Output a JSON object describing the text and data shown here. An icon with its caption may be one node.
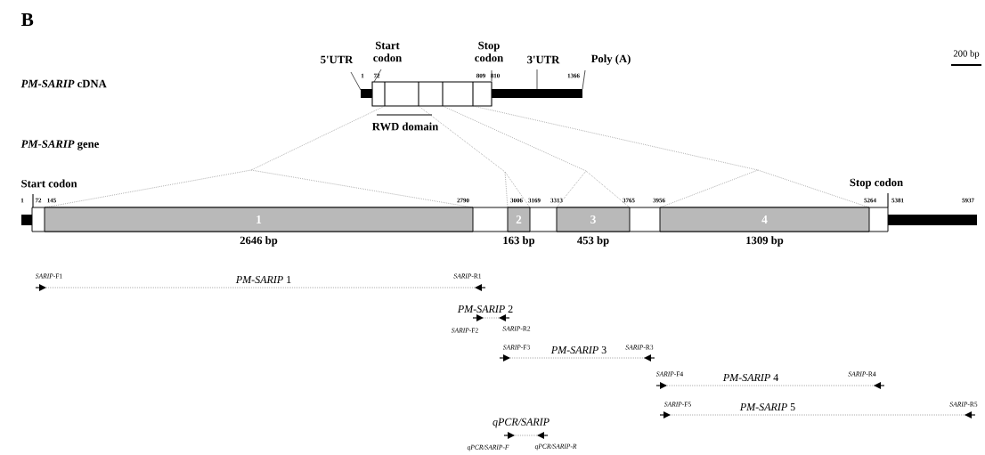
{
  "diagram": {
    "nodes": [
      {
        "text": [
          "1"
        ],
        "beside": [
          "2646 bp"
        ]
      },
      {
        "text": [
          "2"
        ],
        "beside": [
          "163 bp"
        ]
      },
      {
        "text": [
          "3"
        ],
        "beside": [
          "453 bp"
        ]
      },
      {
        "text": [
          "4"
        ],
        "beside": [
          "1309 bp"
        ]
      }
    ],
    "labels": [
      "B",
      "5'UTR",
      "Start codon",
      "Stop codon",
      "3'UTR",
      "Poly (A)",
      "200 bp",
      "*PM-SARIP* cDNA",
      "1",
      "72",
      "809",
      "810",
      "1366",
      "RWD domain",
      "*PM-SARIP* gene",
      "Start codon",
      "Stop codon",
      "1",
      "72",
      "145",
      "2790",
      "3006",
      "3169",
      "3313",
      "3765",
      "3956",
      "5264",
      "5381",
      "5937",
      "*SARIP*-F1",
      "*PM-SARIP* 1",
      "*SARIP*-R1",
      "*PM-SARIP* 2",
      "*SARIP*-F2",
      "*SARIP*-R2",
      "*SARIP*-F3",
      "*PM-SARIP* 3",
      "*SARIP*-R3",
      "*SARIP*-F4",
      "*PM-SARIP* 4",
      "*SARIP*-R4",
      "*SARIP*-F5",
      "*PM-SARIP* 5",
      "*SARIP*-R5",
      "qPCR/SARIP",
      "qPCR/SARIP-F",
      "qPCR/SARIP-R"
    ]
  }
}
